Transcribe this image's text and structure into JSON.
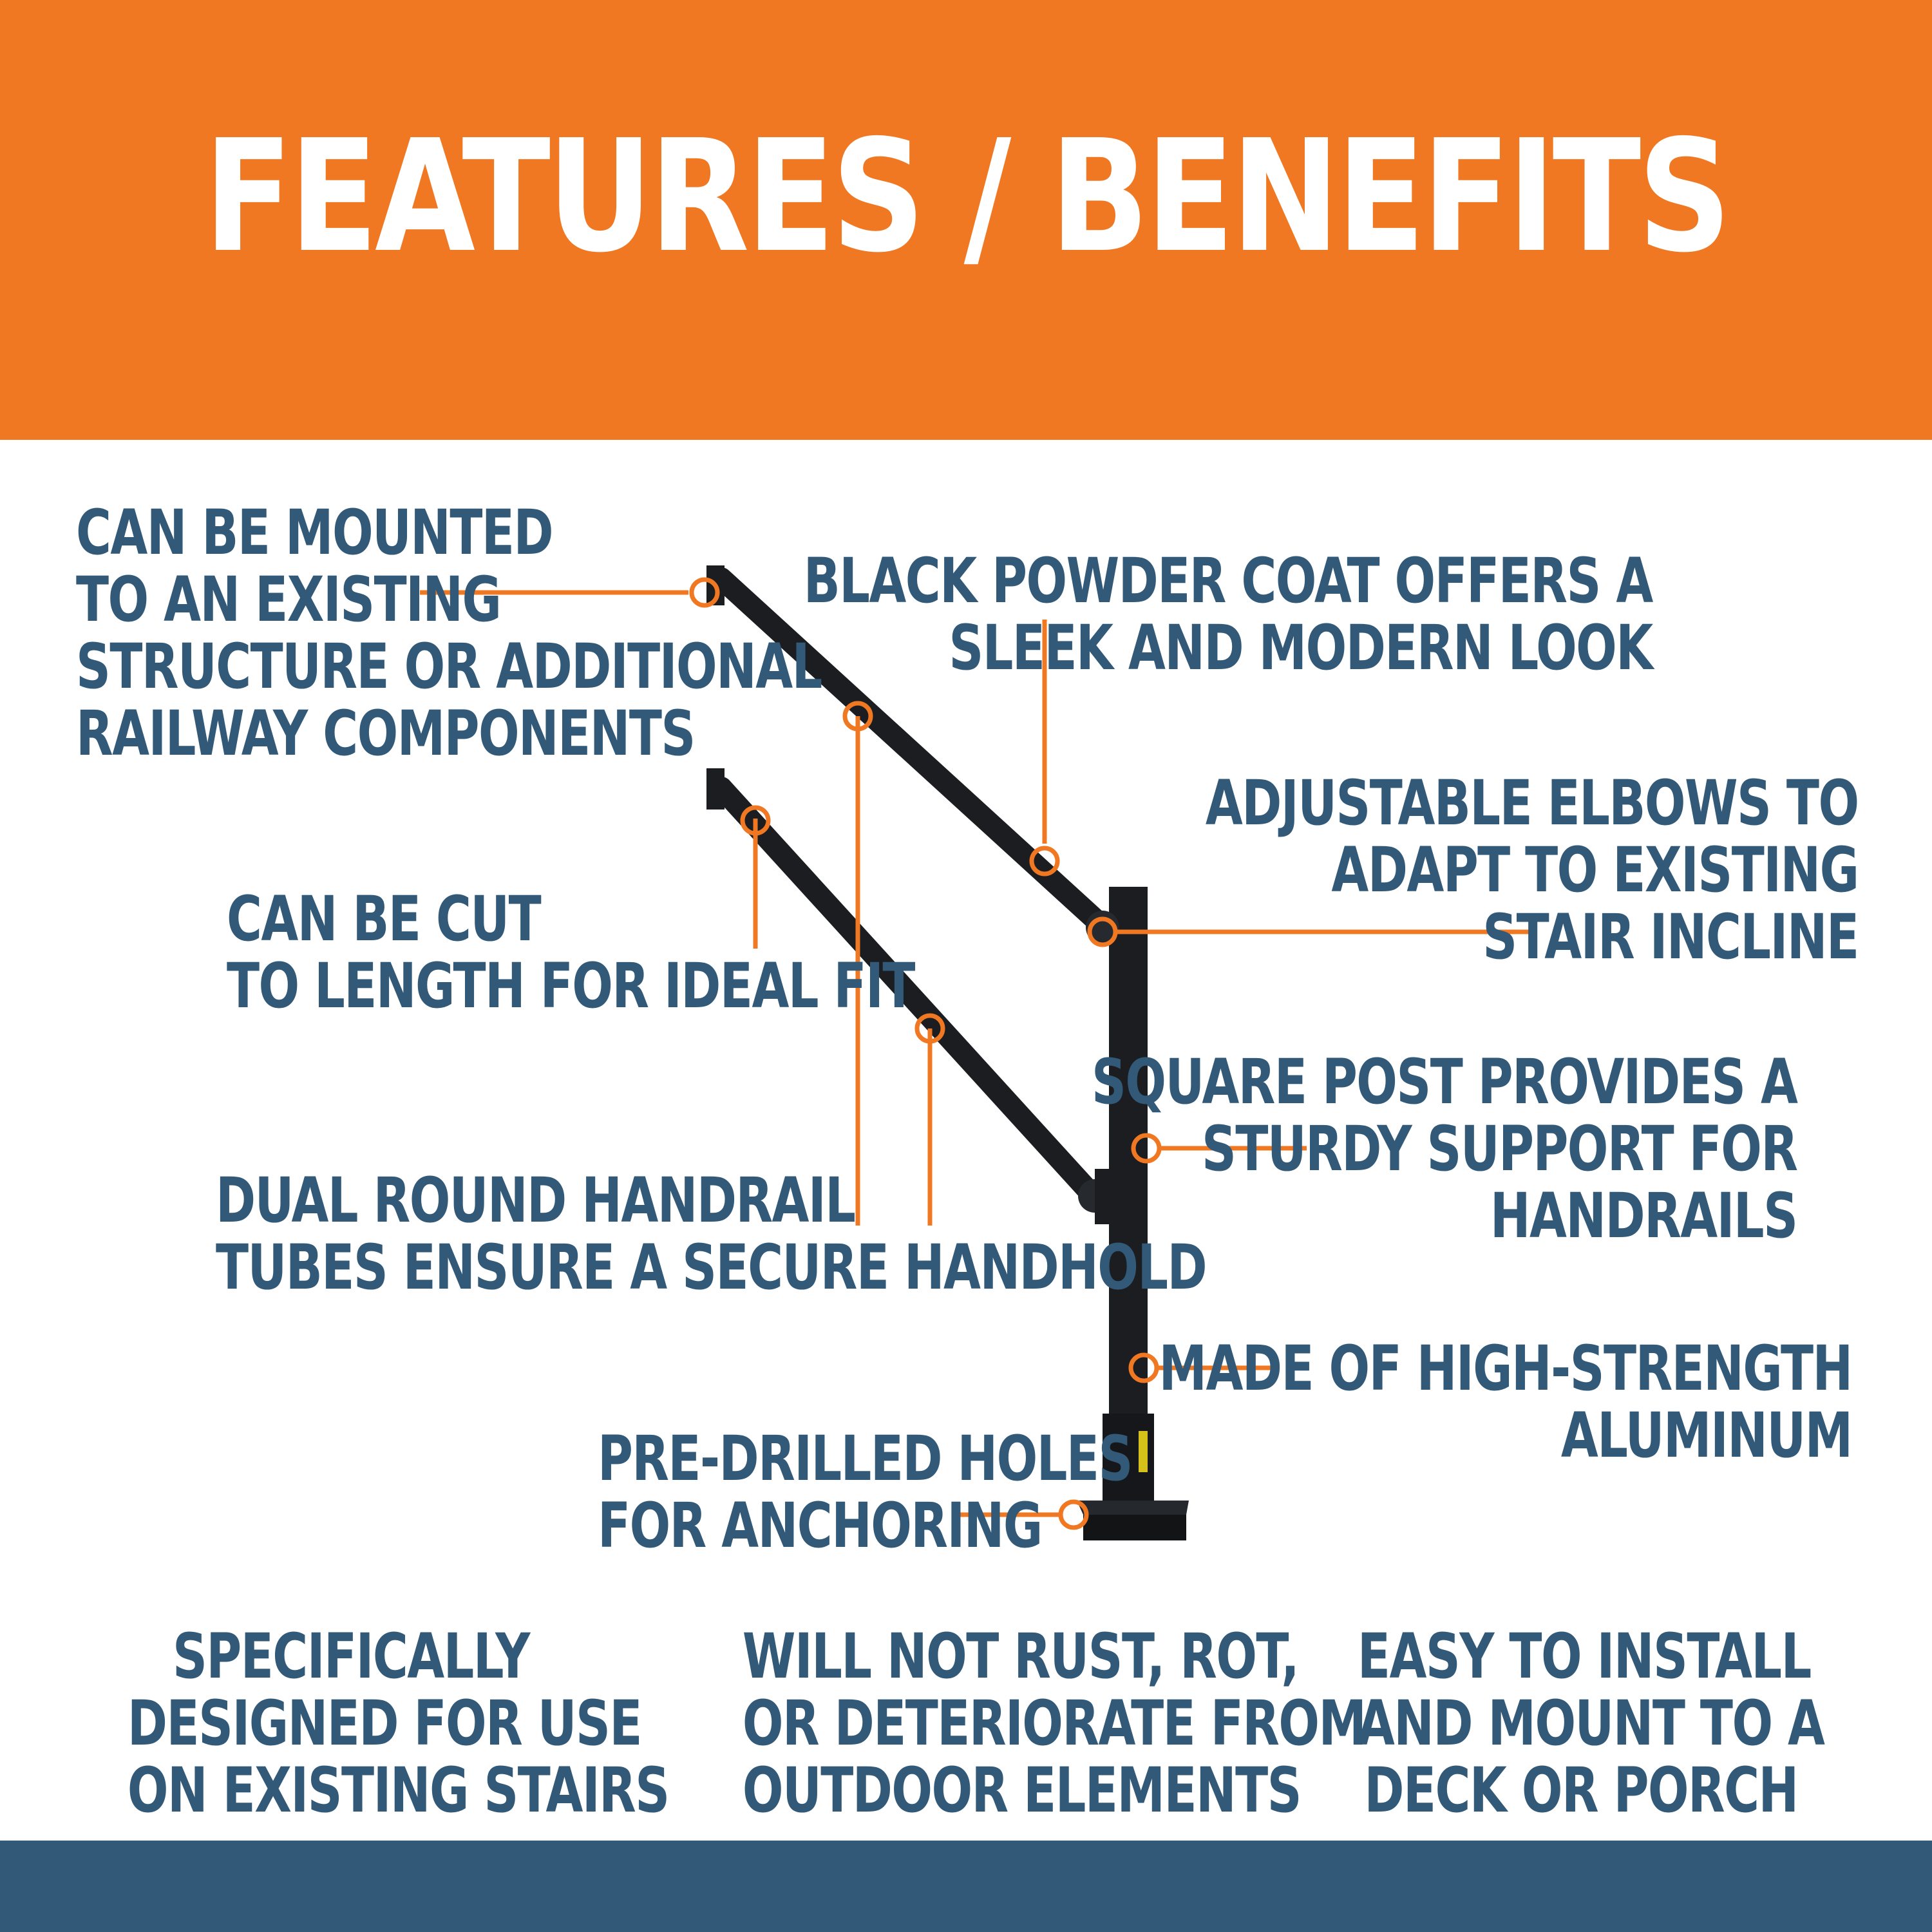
{
  "title": "FEATURES / BENEFITS",
  "colors": {
    "orange": "#f07823",
    "navy": "#325a78",
    "rail": "#1b1d20"
  },
  "callouts": {
    "mounted": [
      "CAN BE MOUNTED",
      "TO AN EXISTING",
      "STRUCTURE OR ADDITIONAL",
      "RAILWAY COMPONENTS"
    ],
    "powder_coat": [
      "BLACK POWDER COAT OFFERS A",
      "SLEEK AND MODERN LOOK"
    ],
    "elbows": [
      "ADJUSTABLE ELBOWS TO",
      "ADAPT TO EXISTING",
      "STAIR INCLINE"
    ],
    "cut": [
      "CAN BE CUT",
      "TO LENGTH FOR IDEAL FIT"
    ],
    "square_post": [
      "SQUARE POST PROVIDES A",
      "STURDY SUPPORT FOR",
      "HANDRAILS"
    ],
    "dual_round": [
      "DUAL ROUND HANDRAIL",
      "TUBES ENSURE A SECURE HANDHOLD"
    ],
    "aluminum": [
      "MADE OF  HIGH-STRENGTH",
      "ALUMINUM"
    ],
    "holes": [
      "PRE-DRILLED HOLES",
      "FOR ANCHORING"
    ]
  },
  "benefits": {
    "stairs": [
      "SPECIFICALLY",
      "DESIGNED FOR USE",
      "ON EXISTING STAIRS"
    ],
    "rust": [
      "WILL NOT RUST, ROT,",
      "OR DETERIORATE FROM",
      "OUTDOOR ELEMENTS"
    ],
    "install": [
      "EASY TO INSTALL",
      "AND MOUNT TO A",
      "DECK OR PORCH"
    ]
  }
}
